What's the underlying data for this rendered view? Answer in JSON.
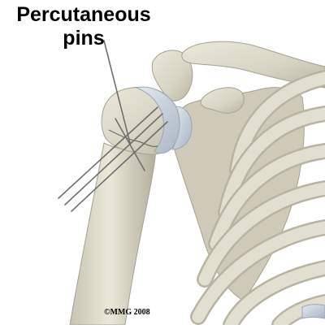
{
  "diagram": {
    "label": {
      "line1": "Percutaneous",
      "line2": "pins"
    },
    "credit": "©MMG 2008",
    "colors": {
      "background": "#ffffff",
      "bone": "#dcd8c8",
      "bone_shadow": "#b9b4a2",
      "bone_outline": "#8d8878",
      "cartilage": "#c9d3de",
      "pin": "#7a7a7a",
      "text": "#000000"
    }
  }
}
